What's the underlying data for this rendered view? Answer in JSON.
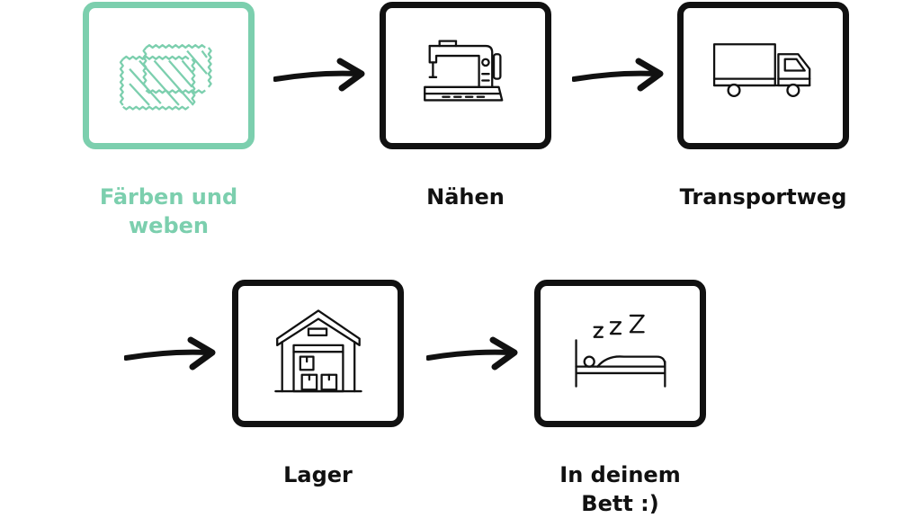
{
  "steps": [
    {
      "id": "faerben",
      "label": "Färben und\nweben",
      "icon": "fabric-icon",
      "color": "#7ccfae"
    },
    {
      "id": "naehen",
      "label": "Nähen",
      "icon": "sewing-machine-icon",
      "color": "#111111"
    },
    {
      "id": "transport",
      "label": "Transportweg",
      "icon": "truck-icon",
      "color": "#111111"
    },
    {
      "id": "lager",
      "label": "Lager",
      "icon": "warehouse-icon",
      "color": "#111111"
    },
    {
      "id": "bett",
      "label": "In deinem\nBett :)",
      "icon": "bed-sleep-icon",
      "color": "#111111"
    }
  ],
  "connector_icon": "arrow-right-icon",
  "accent_color": "#7ccfae",
  "line_color": "#111111"
}
